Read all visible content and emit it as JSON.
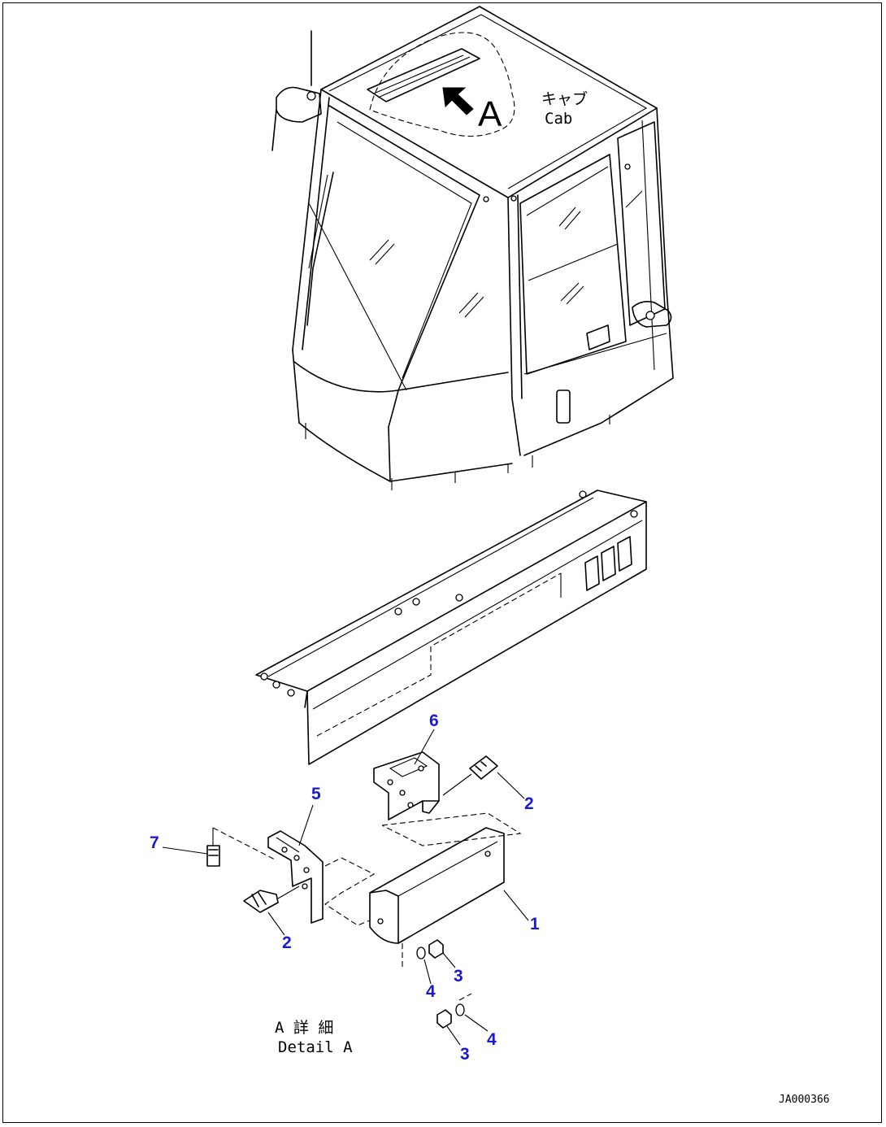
{
  "view_marker": "A",
  "cab_label_jp": "キャブ",
  "cab_label_en": "Cab",
  "detail_label_jp": "A 詳 細",
  "detail_label_en": "Detail A",
  "doc_id": "JA000366",
  "callouts": {
    "c1": "1",
    "c2a": "2",
    "c2b": "2",
    "c3a": "3",
    "c3b": "3",
    "c4a": "4",
    "c4b": "4",
    "c5": "5",
    "c6": "6",
    "c7": "7"
  },
  "colors": {
    "callout": "#1a1ad6",
    "line": "#000000"
  }
}
